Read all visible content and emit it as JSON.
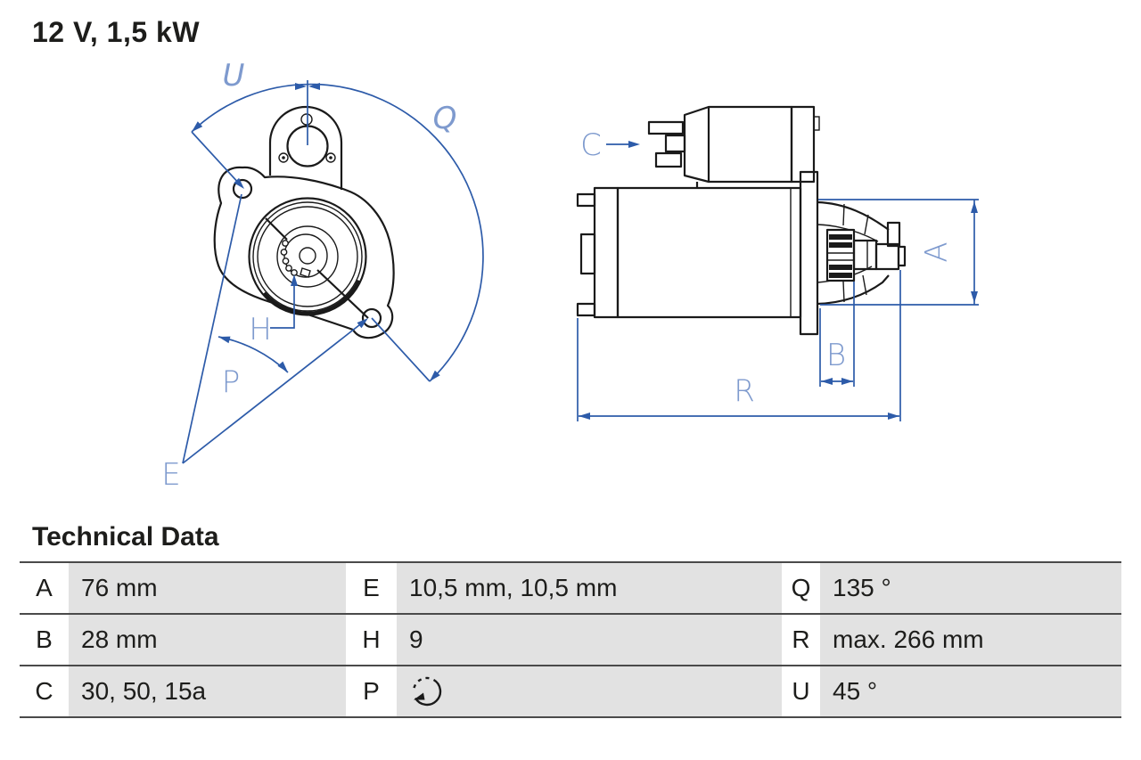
{
  "title": "12 V, 1,5 kW",
  "section": {
    "heading": "Technical Data"
  },
  "diagram": {
    "front_view": {
      "labels": {
        "u": "U",
        "q": "Q",
        "h": "H",
        "p": "P",
        "e": "E"
      }
    },
    "side_view": {
      "labels": {
        "c": "C",
        "a": "A",
        "b": "B",
        "r": "R"
      }
    }
  },
  "table": {
    "rows": [
      {
        "k1": "A",
        "v1": "76 mm",
        "k2": "E",
        "v2": "10,5 mm, 10,5 mm",
        "k3": "Q",
        "v3": "135 °"
      },
      {
        "k1": "B",
        "v1": "28 mm",
        "k2": "H",
        "v2": "9",
        "k3": "R",
        "v3": "max. 266 mm"
      },
      {
        "k1": "C",
        "v1": "30, 50, 15a",
        "k2": "P",
        "v2": "",
        "k3": "U",
        "v3": "45 °"
      }
    ],
    "rotation_icon": "counterclockwise-rotation-icon"
  },
  "colors": {
    "dimension_blue": "#2d5ba9",
    "label_blue": "#7e9ace",
    "line_black": "#1a1a1a",
    "cell_gray": "#e2e2e2"
  }
}
